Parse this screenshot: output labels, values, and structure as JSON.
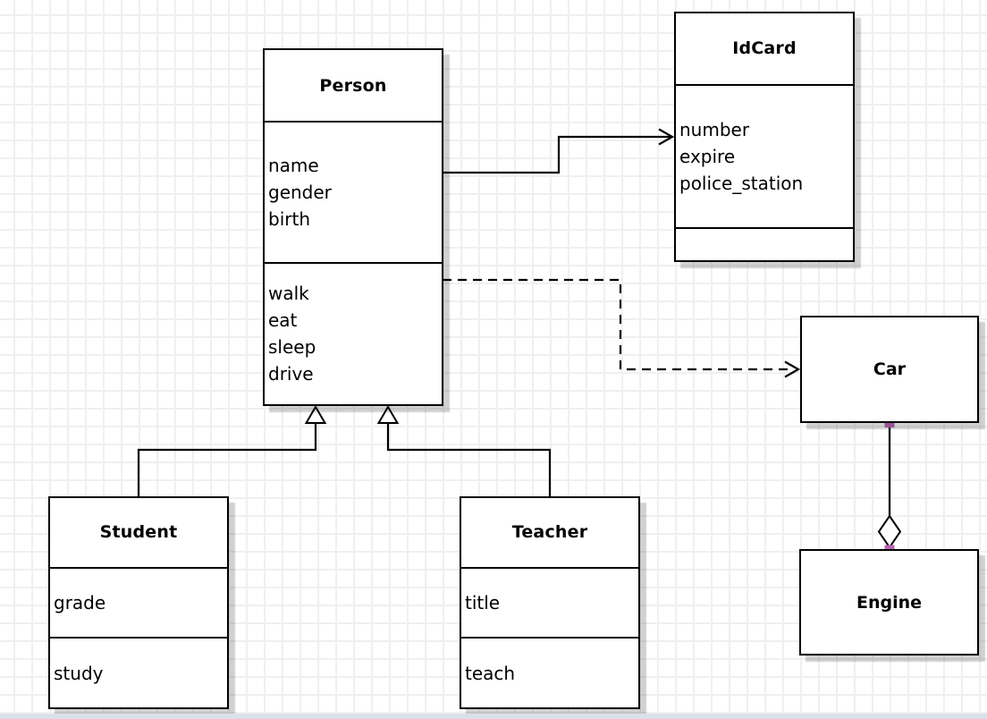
{
  "canvas": {
    "background_color": "#ffffff",
    "grid_color": "#f0f0f3",
    "line_color": "#000000",
    "box_fill_color": "#ffffff",
    "connection_point_color": "#b765b4",
    "bottom_edge_color": "#dbe0eb"
  },
  "diagram": {
    "classes": [
      {
        "id": "person",
        "name": "Person",
        "attributes": [
          "name",
          "gender",
          "birth"
        ],
        "methods": [
          "walk",
          "eat",
          "sleep",
          "drive"
        ]
      },
      {
        "id": "idcard",
        "name": "IdCard",
        "attributes": [
          "number",
          "expire",
          "police_station"
        ],
        "methods": []
      },
      {
        "id": "car",
        "name": "Car",
        "attributes": [],
        "methods": []
      },
      {
        "id": "engine",
        "name": "Engine",
        "attributes": [],
        "methods": []
      },
      {
        "id": "student",
        "name": "Student",
        "attributes": [
          "grade"
        ],
        "methods": [
          "study"
        ]
      },
      {
        "id": "teacher",
        "name": "Teacher",
        "attributes": [
          "title"
        ],
        "methods": [
          "teach"
        ]
      }
    ],
    "relationships": [
      {
        "from": "Person",
        "to": "IdCard",
        "type": "association",
        "line": "solid",
        "marker": "open-arrow"
      },
      {
        "from": "Person",
        "to": "Car",
        "type": "dependency",
        "line": "dashed",
        "marker": "open-arrow"
      },
      {
        "from": "Student",
        "to": "Person",
        "type": "generalization",
        "line": "solid",
        "marker": "hollow-triangle"
      },
      {
        "from": "Teacher",
        "to": "Person",
        "type": "generalization",
        "line": "solid",
        "marker": "hollow-triangle"
      },
      {
        "from": "Car",
        "to": "Engine",
        "type": "aggregation",
        "line": "solid",
        "marker": "hollow-diamond"
      }
    ]
  }
}
